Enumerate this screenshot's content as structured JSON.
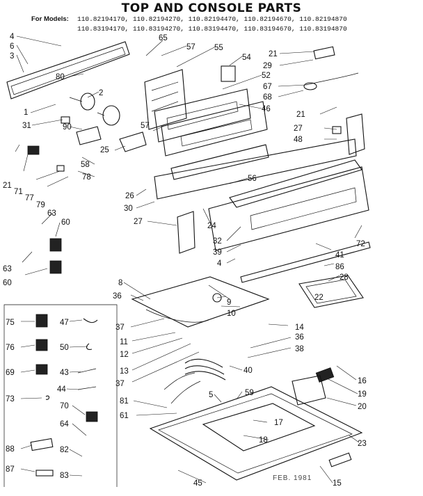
{
  "title": "TOP AND CONSOLE PARTS",
  "models_label": "For Models:",
  "models_line1": "110.82194170, 110.82194270, 110.82194470, 110.82194670, 110.82194870",
  "models_line2": "110.83194170, 110.83194270, 110.83194470, 110.83194670, 110.83194870",
  "stamp": "FEB. 1981",
  "callouts": [
    "1",
    "2",
    "3",
    "4",
    "5",
    "6",
    "8",
    "9",
    "10",
    "11",
    "12",
    "13",
    "14",
    "15",
    "16",
    "17",
    "18",
    "19",
    "20",
    "21",
    "22",
    "23",
    "24",
    "25",
    "26",
    "27",
    "28",
    "29",
    "30",
    "31",
    "32",
    "36",
    "37",
    "38",
    "39",
    "40",
    "41",
    "43",
    "44",
    "45",
    "46",
    "47",
    "48",
    "50",
    "52",
    "54",
    "55",
    "56",
    "57",
    "58",
    "59",
    "60",
    "61",
    "63",
    "64",
    "65",
    "67",
    "68",
    "69",
    "70",
    "71",
    "72",
    "73",
    "75",
    "76",
    "77",
    "78",
    "79",
    "80",
    "81",
    "82",
    "83",
    "86",
    "87",
    "88",
    "90"
  ]
}
